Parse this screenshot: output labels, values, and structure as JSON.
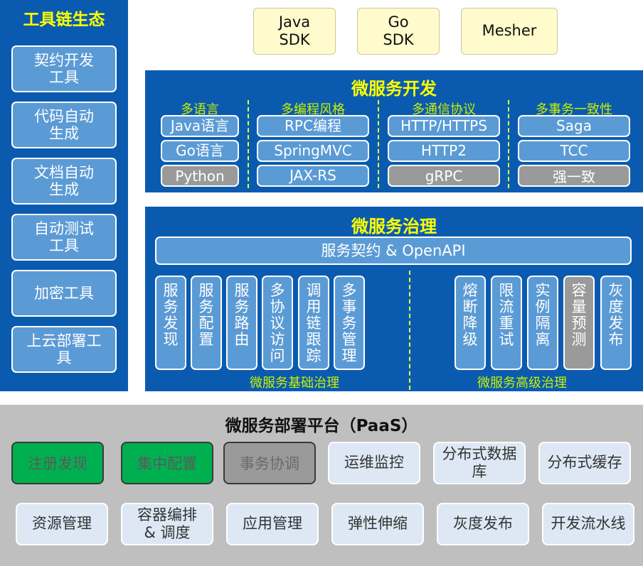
{
  "toolchain": {
    "title": "工具链生态",
    "items": [
      {
        "line1": "契约开发",
        "line2": "工具"
      },
      {
        "line1": "代码自动",
        "line2": "生成"
      },
      {
        "line1": "文档自动",
        "line2": "生成"
      },
      {
        "line1": "自动测试",
        "line2": "工具"
      },
      {
        "line1": "加密工具",
        "line2": ""
      },
      {
        "line1": "上云部署工",
        "line2": "具"
      }
    ]
  },
  "sdks": [
    {
      "line1": "Java",
      "line2": "SDK"
    },
    {
      "line1": "Go",
      "line2": "SDK"
    },
    {
      "line1": "Mesher",
      "line2": ""
    }
  ],
  "dev": {
    "title": "微服务开发",
    "columns": [
      {
        "label": "多语言",
        "items": [
          "Java语言",
          "Go语言",
          "Python"
        ]
      },
      {
        "label": "多编程风格",
        "items": [
          "RPC编程",
          "SpringMVC",
          "JAX-RS"
        ]
      },
      {
        "label": "多通信协议",
        "items": [
          "HTTP/HTTPS",
          "HTTP2",
          "gRPC"
        ]
      },
      {
        "label": "多事务一致性",
        "items": [
          "Saga",
          "TCC",
          "强一致"
        ]
      }
    ]
  },
  "gov": {
    "title": "微服务治理",
    "contract": "服务契约 & OpenAPI",
    "basic_label": "微服务基础治理",
    "advanced_label": "微服务高级治理",
    "basic": [
      "服务发现",
      "服务配置",
      "服务路由",
      "多协议访问",
      "调用链跟踪",
      "多事务管理"
    ],
    "advanced": [
      "熔断降级",
      "限流重试",
      "实例隔离",
      "容量预测",
      "灰度发布"
    ]
  },
  "paas": {
    "title": "微服务部署平台（PaaS）",
    "row1": [
      {
        "line1": "注册发现",
        "line2": ""
      },
      {
        "line1": "集中配置",
        "line2": ""
      },
      {
        "line1": "事务协调",
        "line2": ""
      },
      {
        "line1": "运维监控",
        "line2": ""
      },
      {
        "line1": "分布式数据",
        "line2": "库"
      },
      {
        "line1": "分布式缓存",
        "line2": ""
      }
    ],
    "row2": [
      {
        "line1": "资源管理",
        "line2": ""
      },
      {
        "line1": "容器编排",
        "line2": "& 调度"
      },
      {
        "line1": "应用管理",
        "line2": ""
      },
      {
        "line1": "弹性伸缩",
        "line2": ""
      },
      {
        "line1": "灰度发布",
        "line2": ""
      },
      {
        "line1": "开发流水线",
        "line2": ""
      }
    ]
  },
  "colors": {
    "panel_blue": "#0a5bb0",
    "button_blue": "#5b9bd5",
    "title_yellow": "#ffff00",
    "label_green": "#c8f000",
    "paas_bg": "#bfbfbf",
    "paas_button": "#dde8f4",
    "paas_green": "#00b050",
    "sdk_yellow": "#fffbcc"
  }
}
